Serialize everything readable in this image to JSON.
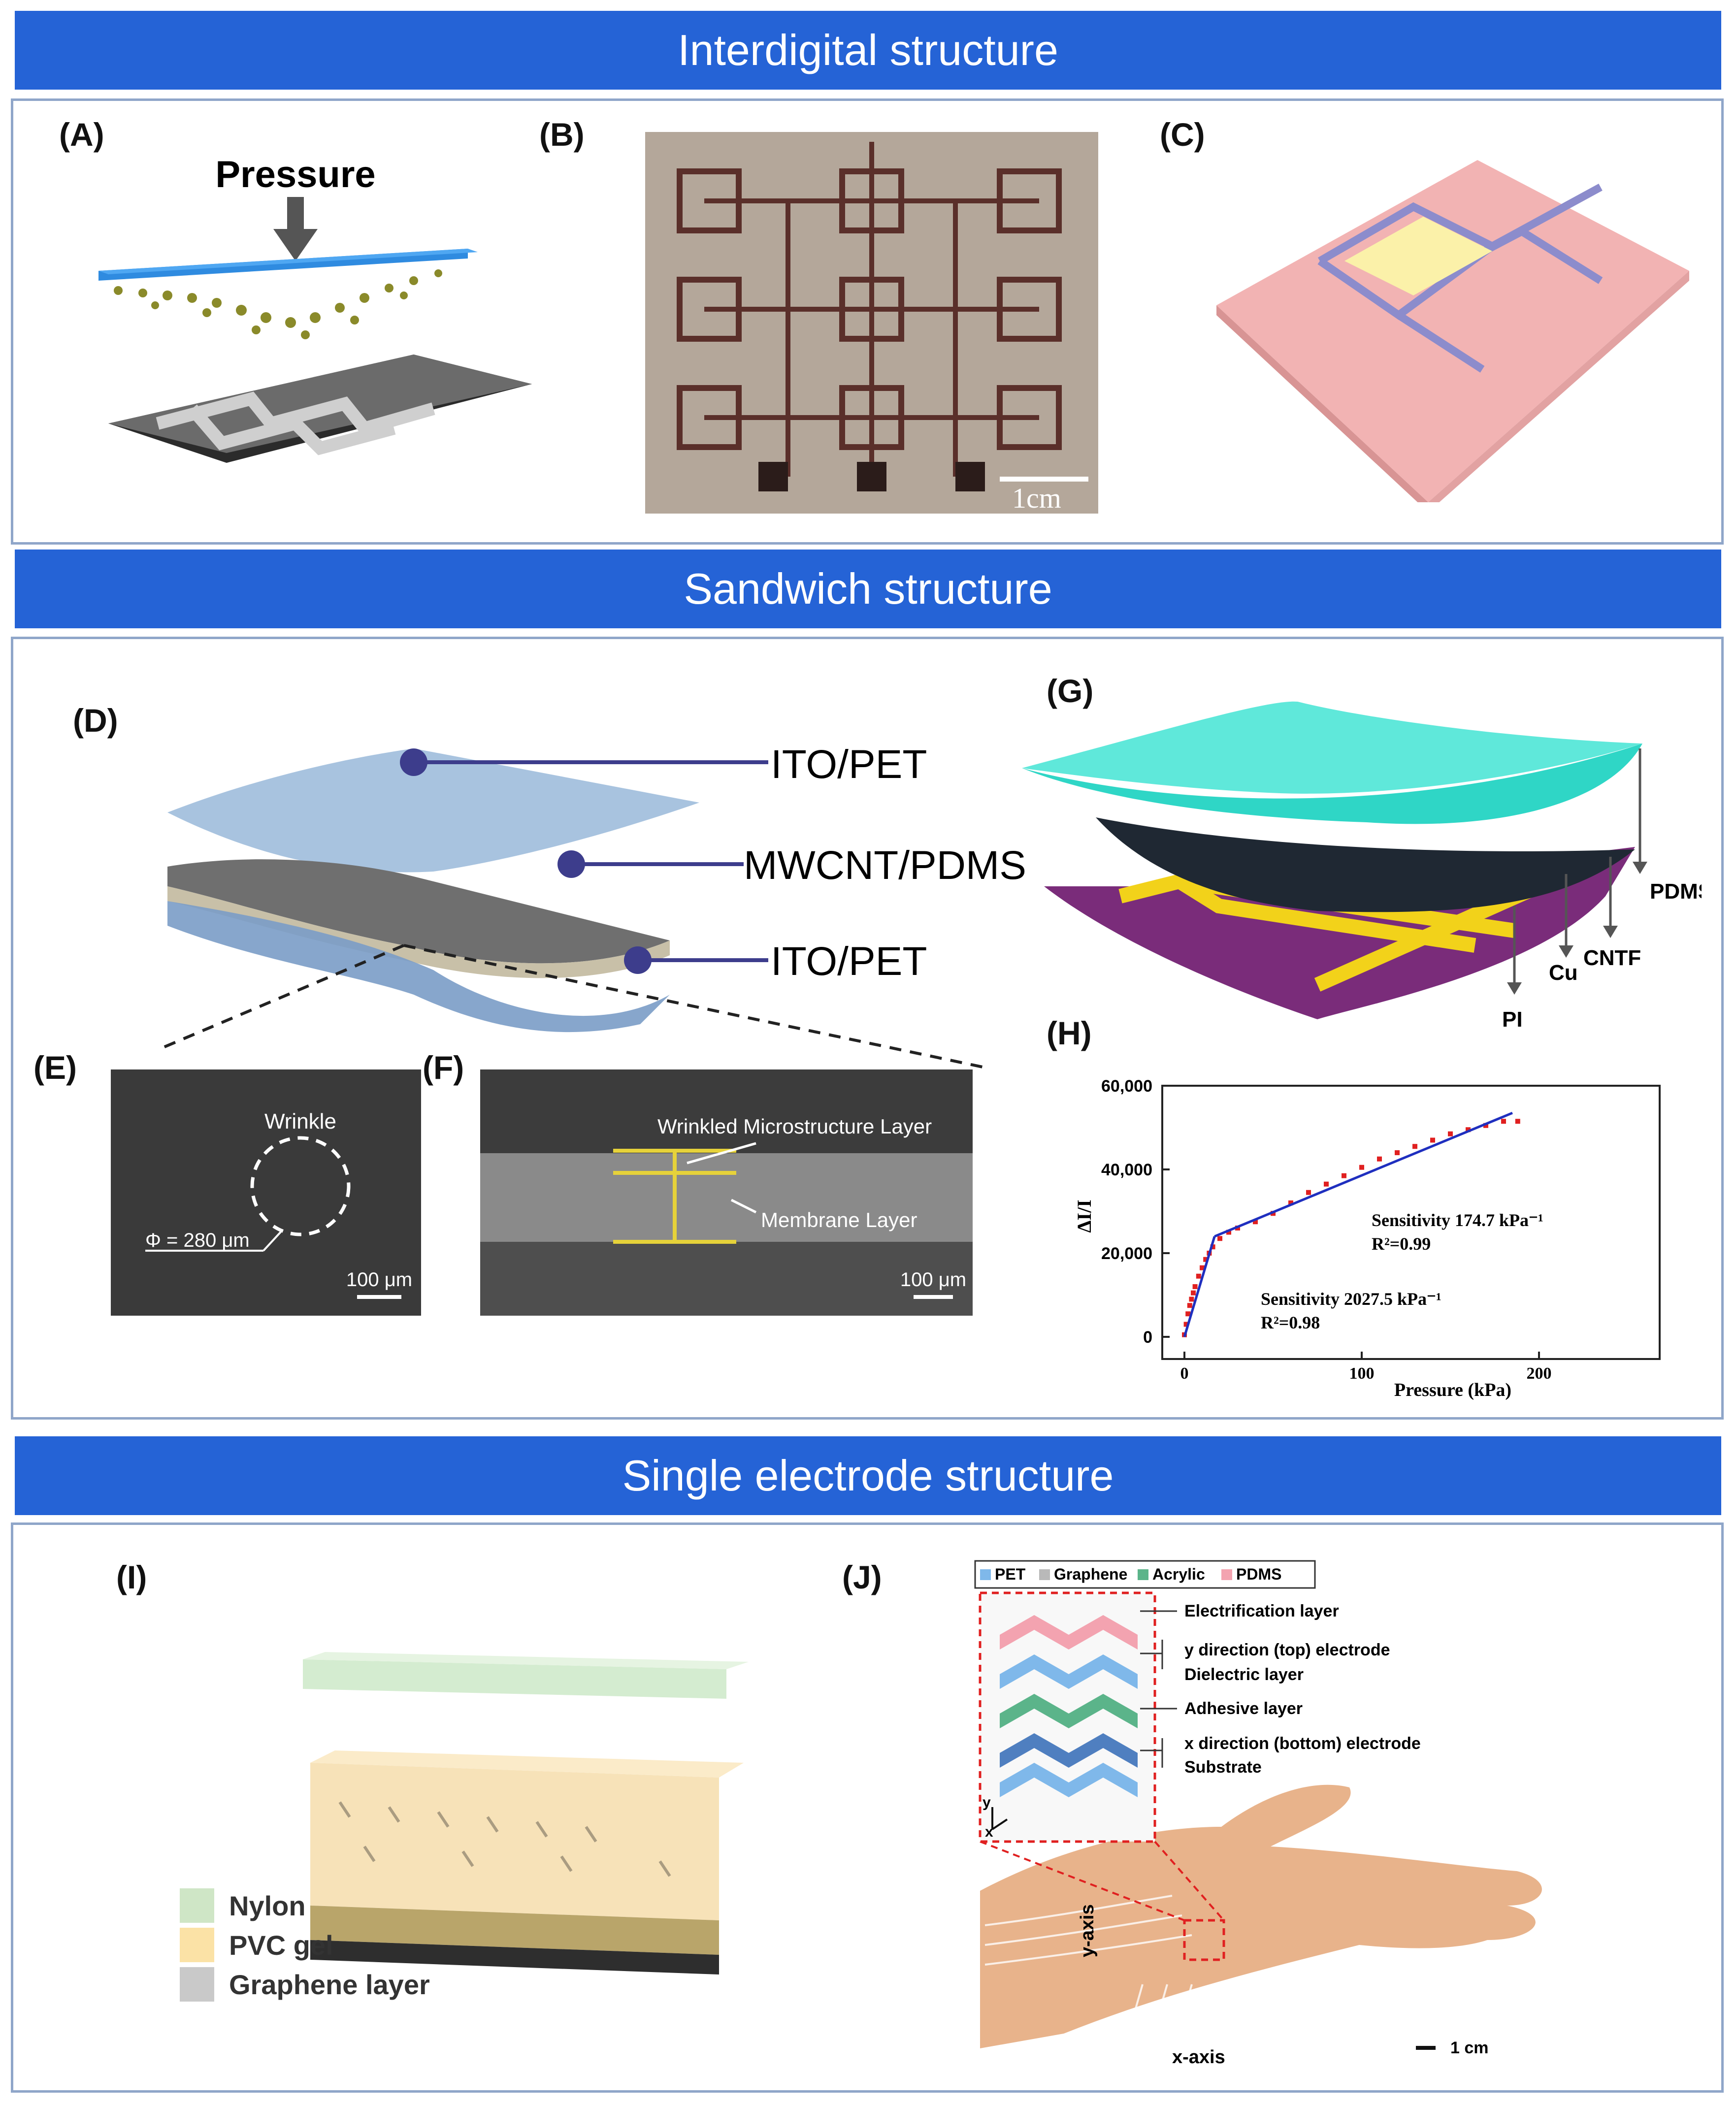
{
  "sections": {
    "interdigital": "Interdigital structure",
    "sandwich": "Sandwich structure",
    "single": "Single electrode structure"
  },
  "labels": {
    "A": "(A)",
    "B": "(B)",
    "C": "(C)",
    "D": "(D)",
    "E": "(E)",
    "F": "(F)",
    "G": "(G)",
    "H": "(H)",
    "I": "(I)",
    "J": "(J)"
  },
  "panelA": {
    "pressure": "Pressure"
  },
  "panelB": {
    "scale": "1cm"
  },
  "panelD": {
    "top": "ITO/PET",
    "middle": "MWCNT/PDMS",
    "bottom": "ITO/PET"
  },
  "panelE": {
    "wrinkle": "Wrinkle",
    "diameter": "Φ = 280 μm",
    "scale": "100 μm"
  },
  "panelF": {
    "layer1": "Wrinkled Microstructure Layer",
    "layer2": "Membrane Layer",
    "scale": "100 μm"
  },
  "panelG": {
    "pdms": "PDMS",
    "cntf": "CNTF",
    "cu": "Cu",
    "pi": "PI"
  },
  "panelI": {
    "legend": [
      {
        "label": "Nylon",
        "color": "#cfe6c6"
      },
      {
        "label": "PVC gel",
        "color": "#fbe2a6"
      },
      {
        "label": "Graphene layer",
        "color": "#c9c9c9"
      }
    ]
  },
  "panelJ": {
    "legend": [
      {
        "label": "PET",
        "color": "#7fb8ea"
      },
      {
        "label": "Graphene",
        "color": "#b9b9b9"
      },
      {
        "label": "Acrylic",
        "color": "#5bb48a"
      },
      {
        "label": "PDMS",
        "color": "#f3a3b0"
      }
    ],
    "layers": [
      "Electrification layer",
      "y direction (top) electrode",
      "Dielectric layer",
      "Adhesive layer",
      "x direction (bottom) electrode",
      "Substrate"
    ],
    "yaxis": "y-axis",
    "xaxis": "x-axis",
    "scale": "1 cm",
    "ax_y": "y",
    "ax_x": "x"
  },
  "chart_data": {
    "type": "scatter",
    "xlabel": "Pressure (kPa)",
    "ylabel": "ΔI/I",
    "xlim": [
      0,
      250
    ],
    "ylim": [
      0,
      60000
    ],
    "xticks": [
      "0",
      "100",
      "200"
    ],
    "yticks": [
      "0",
      "20,000",
      "40,000",
      "60,000"
    ],
    "x": [
      0,
      1,
      2,
      3,
      4,
      5,
      6,
      8,
      10,
      12,
      14,
      16,
      20,
      25,
      30,
      40,
      50,
      60,
      70,
      80,
      90,
      100,
      110,
      120,
      130,
      140,
      150,
      160,
      170,
      180,
      188
    ],
    "y": [
      500,
      3000,
      5500,
      7500,
      9000,
      10500,
      12000,
      14500,
      16500,
      18500,
      20000,
      21500,
      23500,
      25000,
      26000,
      27500,
      29500,
      32000,
      34500,
      36500,
      38500,
      40500,
      42500,
      44000,
      45500,
      47000,
      48500,
      49500,
      50500,
      51500,
      51500
    ],
    "fits": [
      {
        "label": "Sensitivity 2027.5 kPa⁻¹",
        "r2": "R²=0.98",
        "x": [
          0,
          17
        ],
        "y": [
          0,
          24000
        ]
      },
      {
        "label": "Sensitivity 174.7 kPa⁻¹",
        "r2": "R²=0.99",
        "x": [
          17,
          185
        ],
        "y": [
          24000,
          53500
        ]
      }
    ],
    "marker_color": "#e02020",
    "line_color": "#1f2fbf"
  }
}
